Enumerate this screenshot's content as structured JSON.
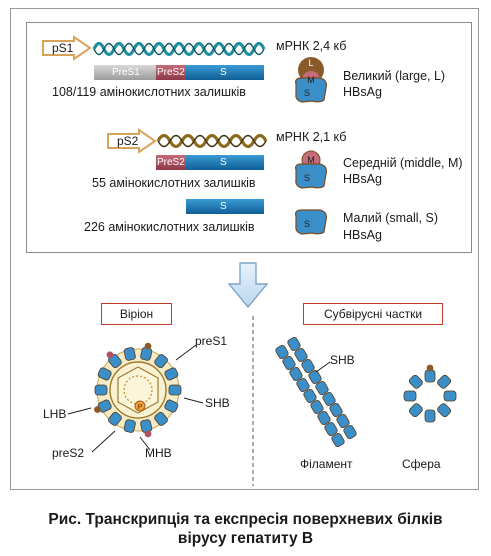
{
  "top": {
    "row_large": {
      "promoter": "pS1",
      "seg_pres1": "PreS1",
      "seg_pres2": "PreS2",
      "seg_s": "S",
      "count": "108/119 амінокислотних залишків",
      "mrna": "мРНК 2,4 кб",
      "icon_letters": [
        "L",
        "M",
        "S"
      ],
      "protein_line1": "Великий (large, L)",
      "protein_line2": "HBsAg"
    },
    "row_middle": {
      "promoter": "pS2",
      "seg_pres2": "PreS2",
      "seg_s": "S",
      "count": "55 амінокислотних залишків",
      "mrna": "мРНК 2,1 кб",
      "icon_letters": [
        "M",
        "S"
      ],
      "protein_line1": "Середній (middle, M)",
      "protein_line2": "HBsAg"
    },
    "row_small": {
      "seg_s": "S",
      "count": "226 амінокислотних залишків",
      "icon_letters": [
        "S"
      ],
      "protein_line1": "Малий (small, S)",
      "protein_line2": "HBsAg"
    }
  },
  "bottom": {
    "virion_title": "Віріон",
    "subviral_title": "Субвірусні частки",
    "virion_labels": {
      "pres1": "preS1",
      "shb": "SHB",
      "lhb": "LHB",
      "pres2": "preS2",
      "mhb": "MHB",
      "core": "P"
    },
    "filament_shb": "SHB",
    "filament": "Філамент",
    "sphere": "Сфера"
  },
  "colors": {
    "blue": "#3a8fc8",
    "mauve": "#b05060",
    "brown": "#8b5a2b",
    "orange_arrow": "#d9a25a",
    "frame_red": "#c43a2c"
  },
  "caption": {
    "line1": "Рис. Транскрипція та експресія поверхневих білків",
    "line2": "вірусу гепатиту В"
  }
}
